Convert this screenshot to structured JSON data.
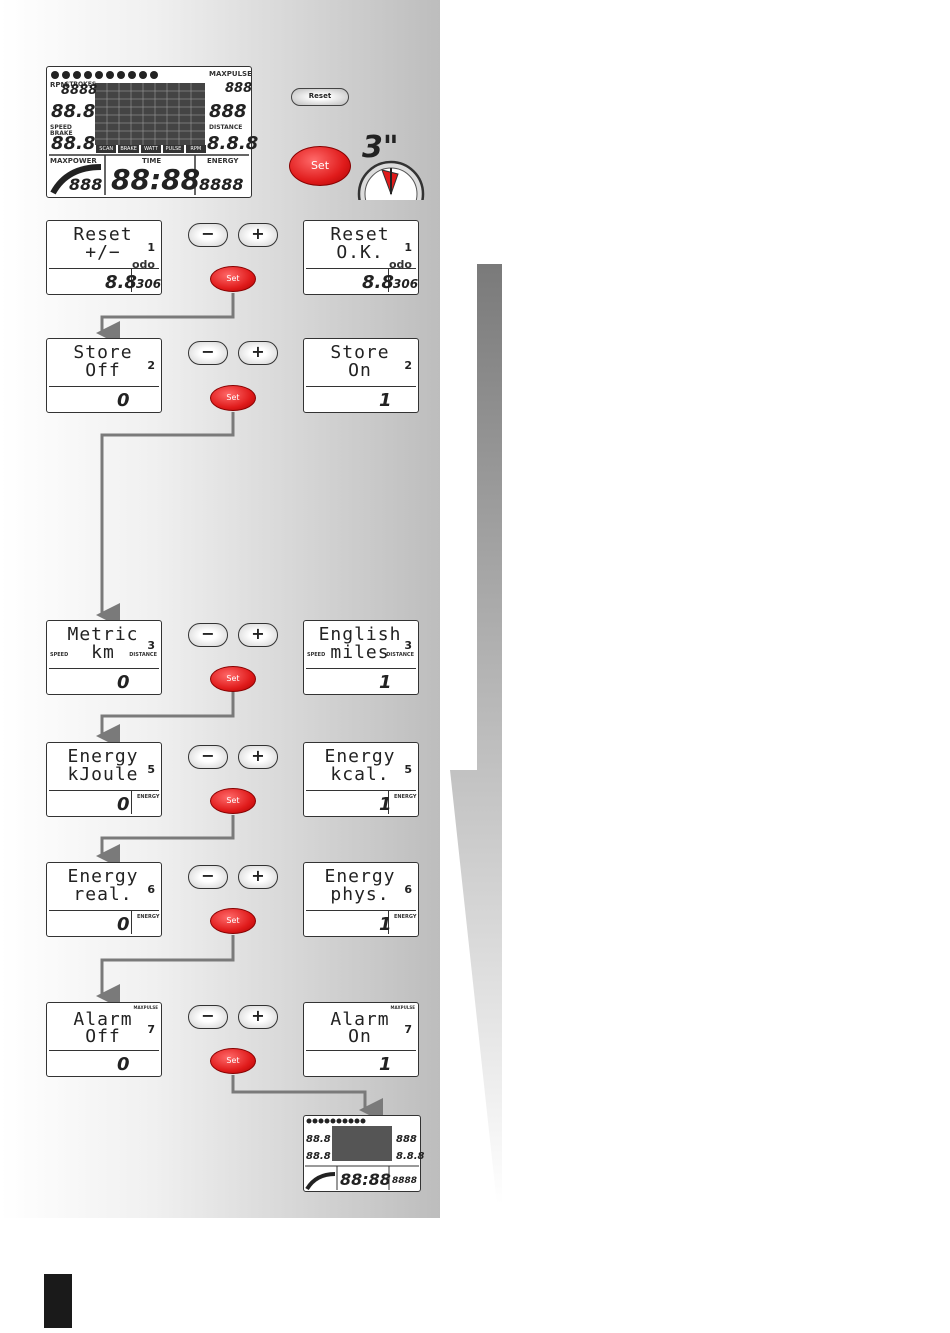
{
  "controls": {
    "minus": "−",
    "plus": "+",
    "set": "Set",
    "reset": "Reset",
    "hold_time": "3\""
  },
  "main_display": {
    "labels": {
      "rpm": "RPM",
      "strokes": "STROKES",
      "maxpulse": "MAXPULSE",
      "speed": "SPEED",
      "brake": "BRAKE",
      "distance": "DISTANCE",
      "maxpower": "MAXPOWER",
      "time": "TIME",
      "energy": "ENERGY"
    },
    "programs": [
      "SCAN",
      "BRAKE",
      "WATT",
      "PULSE",
      "RPM"
    ],
    "segments": {
      "rpm": "8888",
      "pulse": "888",
      "top_left": "88.8",
      "top_right": "888",
      "speed": "88.8",
      "distance": "8.8.8",
      "power": "888",
      "time": "88:88",
      "energy": "8888"
    }
  },
  "steps": [
    {
      "left": {
        "line1": "Reset",
        "line2": "+/−",
        "value": "8.8",
        "extra": "306",
        "num": "1",
        "sub": "odo"
      },
      "right": {
        "line1": "Reset",
        "line2": "O.K.",
        "value": "8.8",
        "extra": "306",
        "num": "1",
        "sub": "odo"
      }
    },
    {
      "left": {
        "line1": "Store",
        "line2": "Off",
        "value": "0",
        "num": "2"
      },
      "right": {
        "line1": "Store",
        "line2": "On",
        "value": "1",
        "num": "2"
      }
    },
    {
      "left": {
        "line1": "Metric",
        "line2": "km",
        "value": "0",
        "num": "3"
      },
      "right": {
        "line1": "English",
        "line2": "miles",
        "value": "1",
        "num": "3"
      }
    },
    {
      "left": {
        "line1": "Energy",
        "line2": "kJoule",
        "value": "0",
        "num": "5"
      },
      "right": {
        "line1": "Energy",
        "line2": "kcal.",
        "value": "1",
        "num": "5"
      }
    },
    {
      "left": {
        "line1": "Energy",
        "line2": "real.",
        "value": "0",
        "num": "6"
      },
      "right": {
        "line1": "Energy",
        "line2": "phys.",
        "value": "1",
        "num": "6"
      }
    },
    {
      "left": {
        "line1": "Alarm",
        "line2": "Off",
        "value": "0",
        "num": "7"
      },
      "right": {
        "line1": "Alarm",
        "line2": "On",
        "value": "1",
        "num": "7"
      }
    }
  ],
  "colors": {
    "set_button": "#e01b1b",
    "flow_line": "#7a7a7a"
  }
}
